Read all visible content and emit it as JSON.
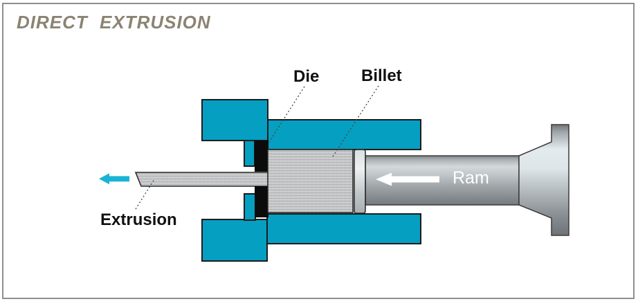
{
  "title": "DIRECT EXTRUSION",
  "labels": {
    "die": "Die",
    "billet": "Billet",
    "ram": "Ram",
    "extrusion": "Extrusion"
  },
  "icons": {
    "ram_arrow": "left-arrow",
    "extrusion_arrow": "left-arrow"
  },
  "colors": {
    "container_teal": "#059fc1",
    "extrusion_arrow_cyan": "#1bb3d5",
    "ram_arrow_white": "#ffffff",
    "die_black": "#0b0b0b",
    "label_black": "#111111",
    "title_taupe": "#8b8372",
    "frame_gray": "#8e8e8e"
  }
}
